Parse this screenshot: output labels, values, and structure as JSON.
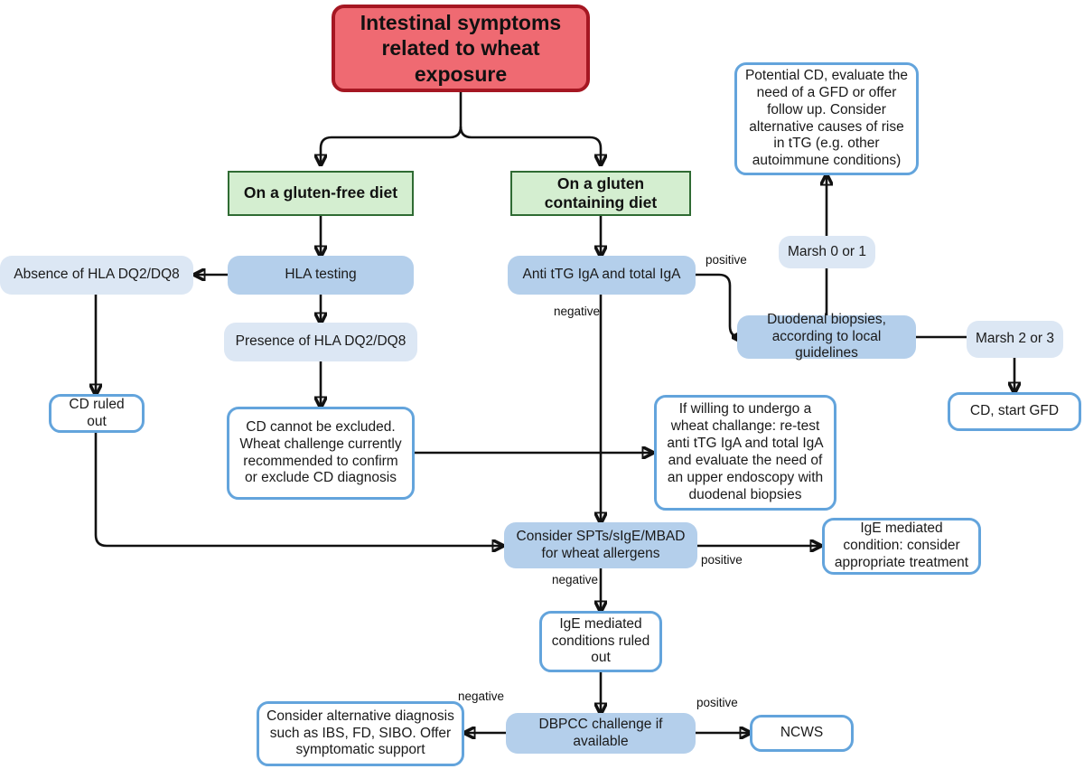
{
  "diagram": {
    "title": "Diagnostic flowchart for intestinal symptoms related to wheat exposure",
    "colors": {
      "root_fill": "#ef6a72",
      "root_border": "#a51722",
      "decision_fill": "#d4eed0",
      "decision_border": "#2f6b33",
      "process_fill": "#b4cfeb",
      "state_fill": "#dce7f4",
      "outcome_border": "#63a4dc",
      "outcome_fill": "#ffffff",
      "connector": "#111111"
    },
    "nodes": [
      {
        "id": "root",
        "label": "Intestinal symptoms related to wheat exposure"
      },
      {
        "id": "gfd",
        "label": "On a gluten-free diet"
      },
      {
        "id": "gcd",
        "label": "On a gluten containing diet"
      },
      {
        "id": "hla_testing",
        "label": "HLA testing"
      },
      {
        "id": "absence_hla",
        "label": "Absence of HLA DQ2/DQ8"
      },
      {
        "id": "presence_hla",
        "label": "Presence of HLA DQ2/DQ8"
      },
      {
        "id": "cd_ruled_out",
        "label": "CD ruled out"
      },
      {
        "id": "cd_not_excluded",
        "label": "CD cannot be excluded. Wheat challenge currently recommended to confirm or exclude CD diagnosis"
      },
      {
        "id": "anti_ttg",
        "label": "Anti tTG IgA and total IgA"
      },
      {
        "id": "potential_cd",
        "label": "Potential CD, evaluate the need of a GFD or offer follow up. Consider alternative causes of rise in tTG (e.g. other autoimmune conditions)"
      },
      {
        "id": "marsh01",
        "label": "Marsh 0 or 1"
      },
      {
        "id": "duodenal",
        "label": "Duodenal biopsies, according to local guidelines"
      },
      {
        "id": "marsh23",
        "label": "Marsh 2 or 3"
      },
      {
        "id": "cd_start_gfd",
        "label": "CD, start GFD"
      },
      {
        "id": "willing",
        "label": "If willing to undergo a wheat challange: re-test anti tTG IgA and total IgA and evaluate the need of an upper endoscopy with duodenal biopsies"
      },
      {
        "id": "consider_spts",
        "label": "Consider SPTs/sIgE/MBAD for wheat allergens"
      },
      {
        "id": "ige_condition",
        "label": "IgE mediated condition: consider appropriate treatment"
      },
      {
        "id": "ige_ruled_out",
        "label": "IgE mediated conditions ruled out"
      },
      {
        "id": "dbpcc",
        "label": "DBPCC challenge if available"
      },
      {
        "id": "alt_diagnosis",
        "label": "Consider alternative diagnosis such as IBS, FD, SIBO. Offer symptomatic support"
      },
      {
        "id": "ncws",
        "label": "NCWS"
      }
    ],
    "edge_labels": [
      {
        "id": "ttg_positive",
        "label": "positive"
      },
      {
        "id": "ttg_negative",
        "label": "negative"
      },
      {
        "id": "spts_positive",
        "label": "positive"
      },
      {
        "id": "spts_negative",
        "label": "negative"
      },
      {
        "id": "dbpcc_negative",
        "label": "negative"
      },
      {
        "id": "dbpcc_positive",
        "label": "positive"
      }
    ],
    "edges": [
      {
        "from": "root",
        "to": "gfd"
      },
      {
        "from": "root",
        "to": "gcd"
      },
      {
        "from": "gfd",
        "to": "hla_testing"
      },
      {
        "from": "hla_testing",
        "to": "absence_hla"
      },
      {
        "from": "hla_testing",
        "to": "presence_hla"
      },
      {
        "from": "absence_hla",
        "to": "cd_ruled_out"
      },
      {
        "from": "presence_hla",
        "to": "cd_not_excluded"
      },
      {
        "from": "cd_not_excluded",
        "to": "willing"
      },
      {
        "from": "cd_ruled_out",
        "to": "consider_spts"
      },
      {
        "from": "gcd",
        "to": "anti_ttg"
      },
      {
        "from": "anti_ttg",
        "to": "duodenal",
        "label": "positive"
      },
      {
        "from": "anti_ttg",
        "to": "consider_spts",
        "label": "negative"
      },
      {
        "from": "marsh01",
        "to": "potential_cd"
      },
      {
        "from": "marsh01",
        "to": "duodenal"
      },
      {
        "from": "duodenal",
        "to": "marsh23"
      },
      {
        "from": "marsh23",
        "to": "cd_start_gfd"
      },
      {
        "from": "consider_spts",
        "to": "ige_condition",
        "label": "positive"
      },
      {
        "from": "consider_spts",
        "to": "ige_ruled_out",
        "label": "negative"
      },
      {
        "from": "ige_ruled_out",
        "to": "dbpcc"
      },
      {
        "from": "dbpcc",
        "to": "alt_diagnosis",
        "label": "negative"
      },
      {
        "from": "dbpcc",
        "to": "ncws",
        "label": "positive"
      }
    ]
  }
}
